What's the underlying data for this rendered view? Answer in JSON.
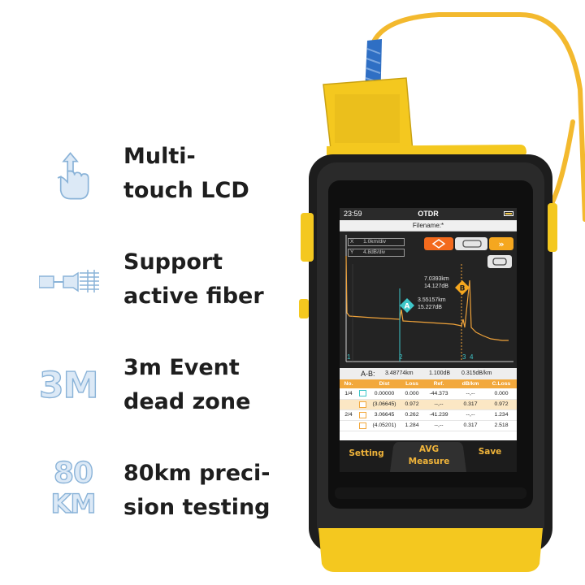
{
  "features": [
    {
      "icon": "touch-hand-icon",
      "line1": "Multi-",
      "line2": "touch LCD"
    },
    {
      "icon": "active-fiber-icon",
      "line1": "Support",
      "line2": "active fiber"
    },
    {
      "icon": "3m-badge-icon",
      "icon_text": "3M",
      "line1": "3m Event",
      "line2": "dead zone"
    },
    {
      "icon": "80km-badge-icon",
      "icon_text_top": "80",
      "icon_text_bottom": "KM",
      "line1": "80km preci-",
      "line2": "sion testing"
    }
  ],
  "device": {
    "time": "23:59",
    "title": "OTDR",
    "filename": "Filename:*",
    "x_scale": "1.0km/div",
    "y_scale": "4.8dB/div",
    "x_axis_label": "X",
    "y_axis_label": "Y",
    "marker_a": {
      "label": "A",
      "dist": "3.55157km",
      "loss": "15.227dB"
    },
    "marker_b": {
      "label": "B",
      "dist": "7.0393km",
      "loss": "14.127dB"
    },
    "event_markers": [
      "1",
      "2",
      "3",
      "4"
    ],
    "ab_summary": {
      "label": "A-B:",
      "dist": "3.48774km",
      "loss": "1.100dB",
      "atten": "0.315dB/km"
    },
    "table": {
      "headers": [
        "No.",
        "",
        "Dist",
        "Loss",
        "Ref.",
        "dB/km",
        "C.Loss"
      ],
      "rows": [
        [
          "1/4",
          "",
          "0.00000",
          "0.000",
          "-44.373",
          "--,--",
          "0.000"
        ],
        [
          "",
          "",
          "(3.06645)",
          "0.972",
          "--,--",
          "0.317",
          "0.972"
        ],
        [
          "2/4",
          "",
          "3.06645",
          "0.262",
          "-41.239",
          "--,--",
          "1.234"
        ],
        [
          "",
          "",
          "(4.05201)",
          "1.284",
          "--,--",
          "0.317",
          "2.518"
        ]
      ]
    },
    "softkeys": {
      "setting": "Setting",
      "avg": "AVG",
      "measure": "Measure",
      "save": "Save"
    },
    "colors": {
      "body": "#1d1d1d",
      "accent_yellow": "#f4c81f",
      "cable": "#f3b92e",
      "connector_blue": "#2f6fc4",
      "softkey": "#f0b43a"
    }
  }
}
